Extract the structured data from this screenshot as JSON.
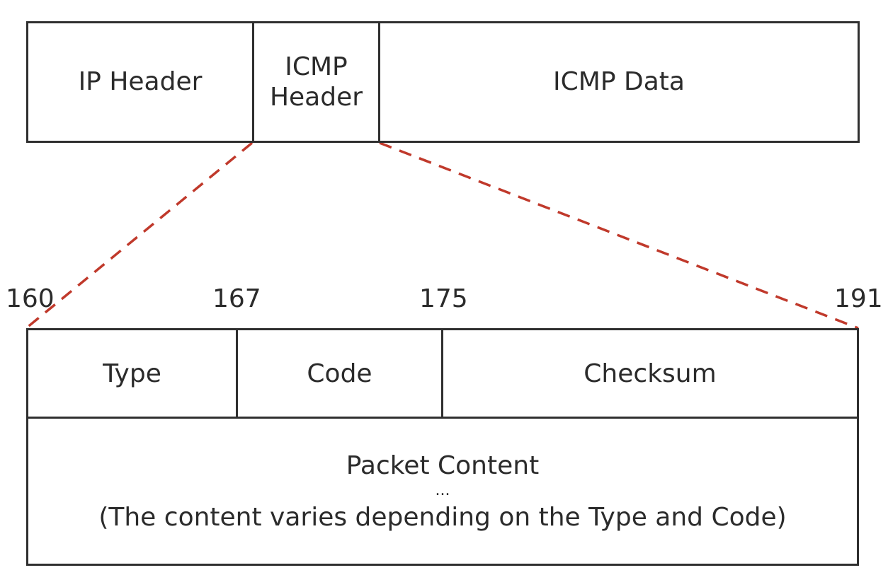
{
  "top_row": {
    "ip_header": "IP Header",
    "icmp_header_line1": "ICMP",
    "icmp_header_line2": "Header",
    "icmp_data": "ICMP Data"
  },
  "bit_positions": [
    "160",
    "167",
    "175",
    "191"
  ],
  "fields": {
    "type": "Type",
    "code": "Code",
    "checksum": "Checksum"
  },
  "content": {
    "title": "Packet Content",
    "ellipsis": "...",
    "note": "(The content varies depending on the Type and Code)"
  },
  "colors": {
    "border": "#2f2f2f",
    "connector": "#c0392b"
  }
}
